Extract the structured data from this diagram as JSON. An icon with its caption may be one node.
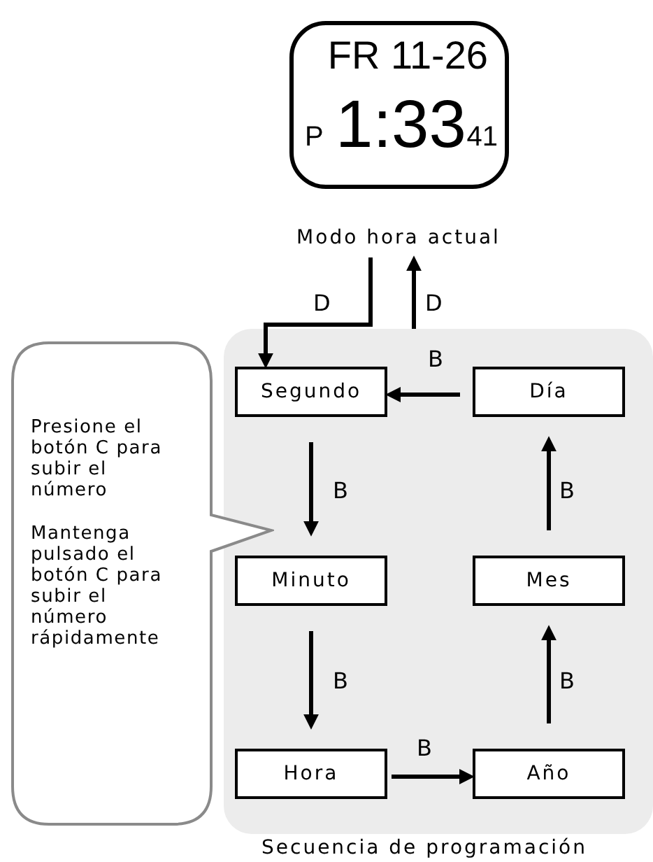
{
  "diagram": {
    "nodes": [
      {
        "text": [
          "FR 11-26",
          "P",
          "1:33",
          "41",
          "Modo hora actual"
        ]
      },
      {
        "text": [
          "Secuencia de programación"
        ]
      },
      {
        "text": [
          "Segundo"
        ],
        "in": 1
      },
      {
        "text": [
          "Día"
        ],
        "in": 1
      },
      {
        "text": [
          "Minuto"
        ],
        "in": 1
      },
      {
        "text": [
          "Mes"
        ],
        "in": 1
      },
      {
        "text": [
          "Hora"
        ],
        "in": 1
      },
      {
        "text": [
          "Año"
        ],
        "in": 1
      },
      {
        "text": [
          "Presione el botón C para subir el número",
          "Mantenga pulsado el botón C para subir el número rápidamente"
        ]
      }
    ],
    "edges": [
      {
        "from": 0,
        "to": 2,
        "arrow": "to",
        "label": "D"
      },
      {
        "from": 1,
        "to": 0,
        "arrow": "to",
        "label": "D"
      },
      {
        "from": 3,
        "to": 2,
        "arrow": "to",
        "label": "B"
      },
      {
        "from": 2,
        "to": 4,
        "arrow": "to",
        "label": "B"
      },
      {
        "from": 4,
        "to": 6,
        "arrow": "to",
        "label": "B"
      },
      {
        "from": 6,
        "to": 7,
        "arrow": "to",
        "label": "B"
      },
      {
        "from": 7,
        "to": 5,
        "arrow": "to",
        "label": "B"
      },
      {
        "from": 5,
        "to": 3,
        "arrow": "to",
        "label": "B"
      }
    ]
  }
}
